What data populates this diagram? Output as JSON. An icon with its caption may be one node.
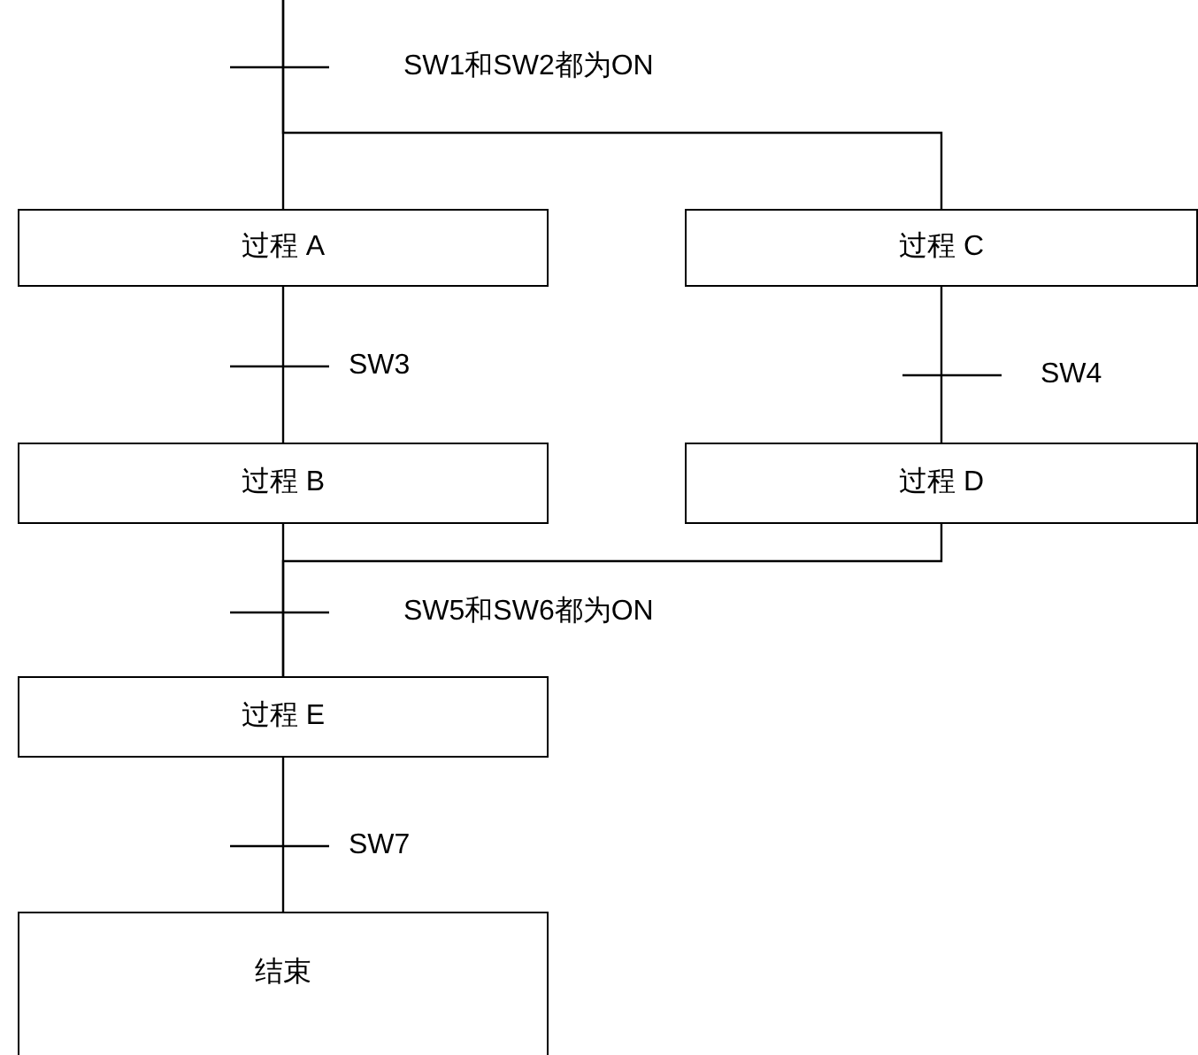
{
  "diagram": {
    "nodes": [
      {
        "text": [
          "过程 A"
        ]
      },
      {
        "text": [
          "过程 C"
        ]
      },
      {
        "text": [
          "过程 B"
        ]
      },
      {
        "text": [
          "过程 D"
        ]
      },
      {
        "text": [
          "过程 E"
        ]
      },
      {
        "text": [
          "结束"
        ]
      }
    ],
    "edges": [
      {
        "from": null,
        "to": 0,
        "arrow": "none",
        "label": "SW1和SW2都为ON"
      },
      {
        "from": null,
        "to": 1,
        "arrow": "none"
      },
      {
        "from": 0,
        "to": 2,
        "arrow": "none",
        "label": "SW3"
      },
      {
        "from": 1,
        "to": 3,
        "arrow": "none",
        "label": "SW4"
      },
      {
        "from": 2,
        "to": 4,
        "arrow": "none"
      },
      {
        "from": 3,
        "to": 4,
        "arrow": "none",
        "label": "SW5和SW6都为ON"
      },
      {
        "from": 4,
        "to": 5,
        "arrow": "none",
        "label": "SW7"
      }
    ]
  }
}
